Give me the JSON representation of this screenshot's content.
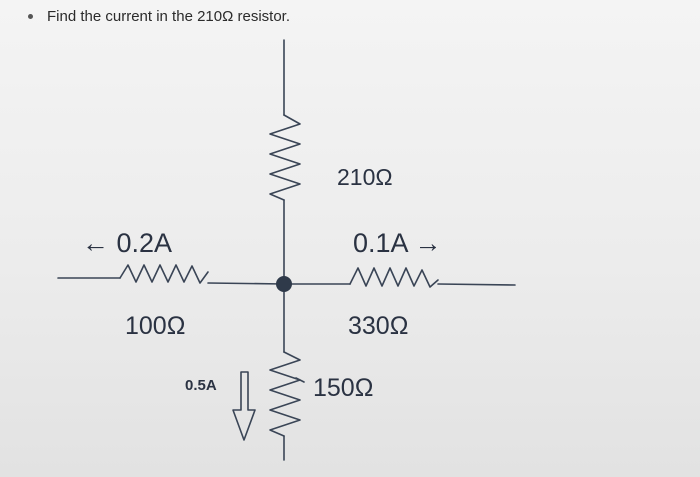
{
  "question": {
    "text": "Find the current in the 210Ω resistor."
  },
  "diagram": {
    "resistor_top": "210Ω",
    "resistor_left": "100Ω",
    "resistor_right": "330Ω",
    "resistor_bottom": "150Ω",
    "current_left": "← 0.2A",
    "current_right": "0.1A →",
    "current_bottom": "0.5A",
    "wire_color": "#3a4556",
    "node_color": "#2f3a4a"
  }
}
